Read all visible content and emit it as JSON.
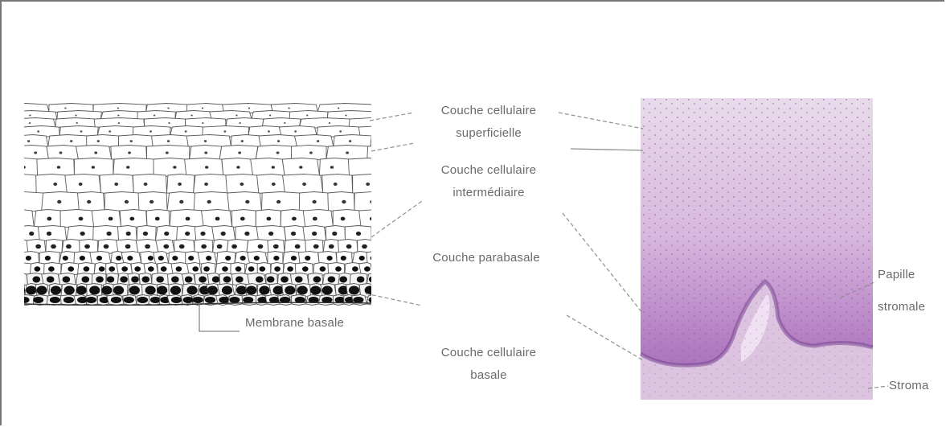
{
  "labels": {
    "superficial": [
      "Couche cellulaire",
      "superficielle"
    ],
    "intermediate": [
      "Couche cellulaire",
      "intermédiaire"
    ],
    "parabasal": "Couche parabasale",
    "basal": [
      "Couche cellulaire",
      "basale"
    ],
    "basement_membrane": "Membrane basale",
    "papilla": [
      "Papille",
      "stromale"
    ],
    "stroma": "Stroma"
  },
  "colors": {
    "histology_top": "#e6d3e9",
    "histology_mid": "#cfa5d6",
    "histology_bottom": "#a868b8",
    "stroma": "#dcc3e0",
    "line": "#888888",
    "cell_outline": "#555555",
    "nucleus": "#222222"
  }
}
